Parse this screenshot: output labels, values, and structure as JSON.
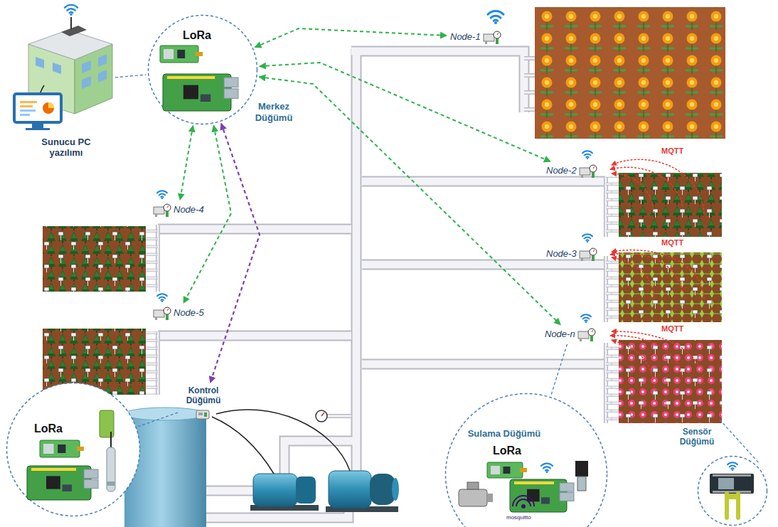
{
  "diagram": {
    "nodes": [
      {
        "text": [
          "Sunucu PC yazılımı"
        ]
      },
      {
        "text": [
          "LoRa",
          "Merkez Düğümü"
        ]
      },
      {
        "text": [
          "Node-1"
        ]
      },
      {
        "text": [
          "Node-2"
        ]
      },
      {
        "text": [
          "Node-4"
        ]
      },
      {
        "text": [
          "Node-3"
        ]
      },
      {
        "text": [
          "Node-5"
        ]
      },
      {
        "text": [
          "Node-n"
        ]
      },
      {
        "text": [
          "Kontrol Düğümü"
        ]
      },
      {
        "text": [
          "LoRa"
        ]
      },
      {
        "text": [
          "Sulama Düğümü",
          "LoRa"
        ]
      },
      {
        "text": [
          "Sensör Düğümü"
        ]
      }
    ],
    "edges": [
      {
        "from": 1,
        "to": 2,
        "arrow": "both"
      },
      {
        "from": 1,
        "to": 3,
        "arrow": "both"
      },
      {
        "from": 1,
        "to": 7,
        "arrow": "both"
      },
      {
        "from": 1,
        "to": 4,
        "arrow": "both"
      },
      {
        "from": 1,
        "to": 6,
        "arrow": "both"
      },
      {
        "from": 1,
        "to": 8,
        "arrow": "both"
      },
      {
        "from": 0,
        "to": 1,
        "arrow": "none"
      },
      {
        "from": 8,
        "to": 9,
        "arrow": "none"
      },
      {
        "from": 7,
        "to": 10,
        "arrow": "none"
      }
    ],
    "labels": [
      "MQTT",
      "MQTT",
      "MQTT",
      "mosquitto"
    ]
  }
}
